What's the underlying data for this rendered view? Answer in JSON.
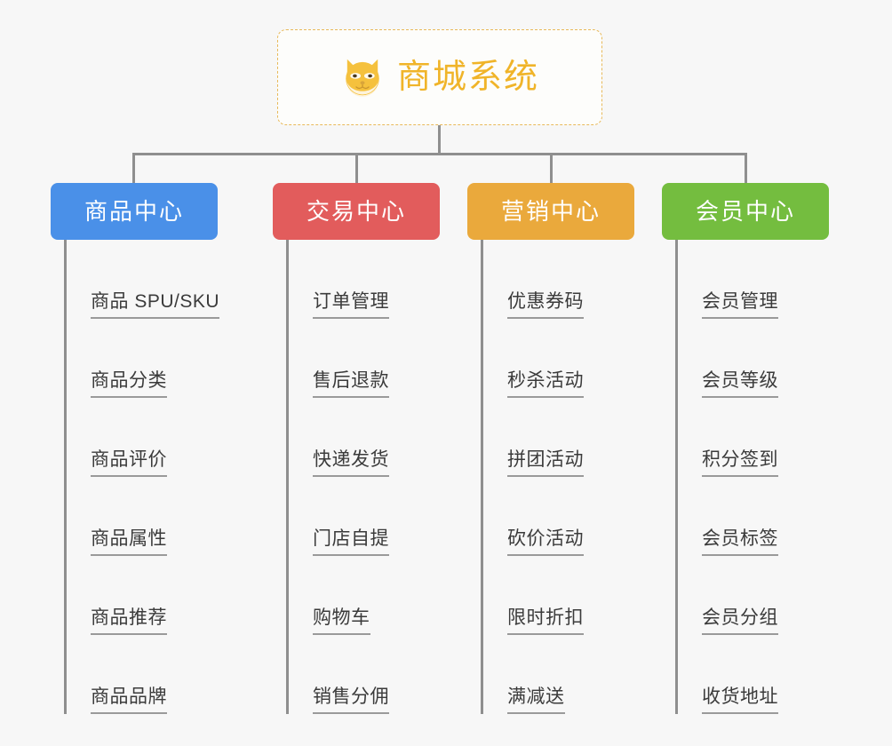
{
  "page": {
    "background_color": "#f7f7f7",
    "connector_color": "#8f8f8f"
  },
  "root": {
    "title": "商城系统",
    "icon": "shiba-inu-dog-face-emoji",
    "text_color": "#f0b429",
    "border_color": "#e8b95a",
    "background_color": "#fdfdfb"
  },
  "columns": [
    {
      "category": "商品中心",
      "color": "#4a90e8",
      "items": [
        "商品 SPU/SKU",
        "商品分类",
        "商品评价",
        "商品属性",
        "商品推荐",
        "商品品牌"
      ]
    },
    {
      "category": "交易中心",
      "color": "#e25c5c",
      "items": [
        "订单管理",
        "售后退款",
        "快递发货",
        "门店自提",
        "购物车",
        "销售分佣"
      ]
    },
    {
      "category": "营销中心",
      "color": "#eaa93c",
      "items": [
        "优惠券码",
        "秒杀活动",
        "拼团活动",
        "砍价活动",
        "限时折扣",
        "满减送"
      ]
    },
    {
      "category": "会员中心",
      "color": "#74bd3f",
      "items": [
        "会员管理",
        "会员等级",
        "积分签到",
        "会员标签",
        "会员分组",
        "收货地址"
      ]
    }
  ]
}
